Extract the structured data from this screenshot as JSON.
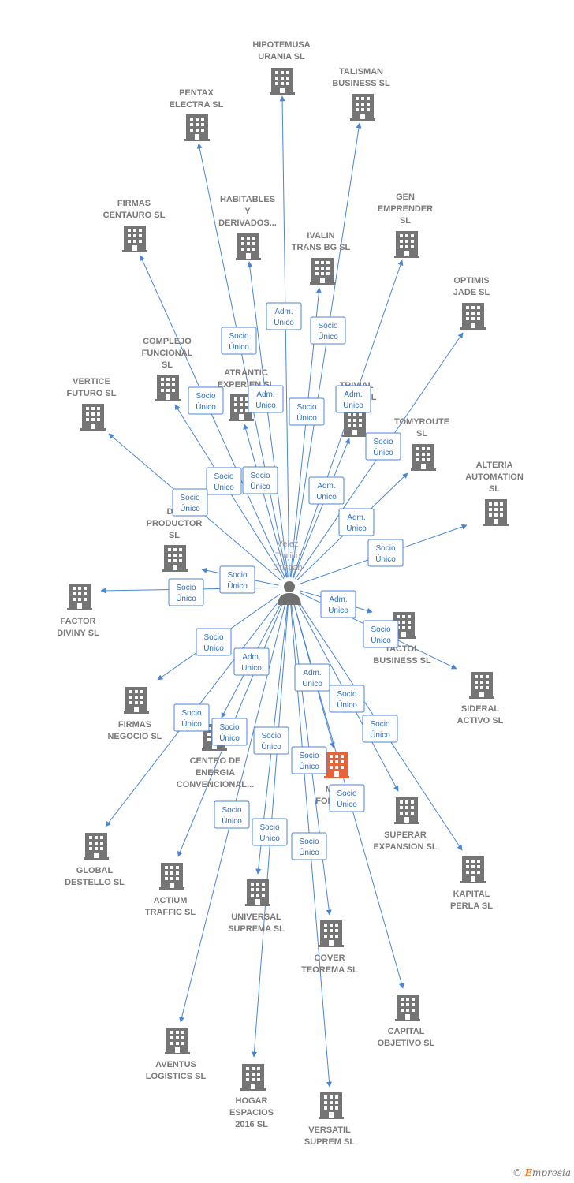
{
  "center": {
    "name_lines": [
      "Velez",
      "Trujillo",
      "Cristian"
    ],
    "icon": "person-icon"
  },
  "colors": {
    "edge": "#4a86d4",
    "node": "#757575",
    "highlight": "#e8623a",
    "tag_text": "#2f6fc1"
  },
  "nodes": [
    {
      "id": "hipotemusa",
      "lines": [
        "HIPOTEMUSA",
        "URANIA SL"
      ],
      "role": "Adm. Unico"
    },
    {
      "id": "talisman",
      "lines": [
        "TALISMAN",
        "BUSINESS SL"
      ],
      "role": "Socio Único"
    },
    {
      "id": "pentax",
      "lines": [
        "PENTAX",
        "ELECTRA SL"
      ],
      "role": "Socio Único"
    },
    {
      "id": "firmas-centauro",
      "lines": [
        "FIRMAS",
        "CENTAURO SL"
      ],
      "role": "Socio Único"
    },
    {
      "id": "habitables",
      "lines": [
        "HABITABLES",
        "Y",
        "DERIVADOS..."
      ],
      "role": "Adm. Unico"
    },
    {
      "id": "gen-emprender",
      "lines": [
        "GEN",
        "EMPRENDER",
        "SL"
      ],
      "role": "Adm. Unico"
    },
    {
      "id": "ivalin",
      "lines": [
        "IVALIN",
        "TRANS BG SL"
      ],
      "role": "Socio Único"
    },
    {
      "id": "optimis",
      "lines": [
        "OPTIMIS",
        "JADE SL"
      ],
      "role": "Socio Único"
    },
    {
      "id": "complejo",
      "lines": [
        "COMPLEJO",
        "FUNCIONAL",
        "SL"
      ],
      "role": "Socio Único"
    },
    {
      "id": "vertice",
      "lines": [
        "VERTICE",
        "FUTURO SL"
      ],
      "role": "Socio Único"
    },
    {
      "id": "atrantic",
      "lines": [
        "ATRANTIC",
        "EXPERIEN SL"
      ],
      "role": "Socio Único"
    },
    {
      "id": "trivial",
      "lines": [
        "TRIVIAL",
        "CON... SL"
      ],
      "role": "Adm. Unico"
    },
    {
      "id": "tomyroute",
      "lines": [
        "TOMYROUTE",
        "SL"
      ],
      "role": "Adm. Unico"
    },
    {
      "id": "alteria",
      "lines": [
        "ALTERIA",
        "AUTOMATION",
        "SL"
      ],
      "role": "Socio Único"
    },
    {
      "id": "din-productor",
      "lines": [
        "DIN",
        "PRODUCTOR",
        "SL"
      ],
      "role": "Socio Único"
    },
    {
      "id": "factor",
      "lines": [
        "FACTOR",
        "DIVINY SL"
      ],
      "role": "Socio Único"
    },
    {
      "id": "tactol",
      "lines": [
        "TACTOL",
        "BUSINESS SL"
      ],
      "role": "Adm. Unico"
    },
    {
      "id": "sideral",
      "lines": [
        "SIDERAL",
        "ACTIVO SL"
      ],
      "role": "Socio Único"
    },
    {
      "id": "firmas-negocio",
      "lines": [
        "FIRMAS",
        "NEGOCIO SL"
      ],
      "role": "Socio Único"
    },
    {
      "id": "centro",
      "lines": [
        "CENTRO DE",
        "ENERGIA",
        "CONVENCIONAL..."
      ],
      "role": "Adm. Unico"
    },
    {
      "id": "mer-form",
      "lines": [
        "MER",
        "FORM SL"
      ],
      "role": "Adm. Unico",
      "highlight": true
    },
    {
      "id": "global",
      "lines": [
        "GLOBAL",
        "DESTELLO SL"
      ],
      "role": "Socio Único"
    },
    {
      "id": "actium",
      "lines": [
        "ACTIUM",
        "TRAFFIC SL"
      ],
      "role": "Socio Único"
    },
    {
      "id": "universal",
      "lines": [
        "UNIVERSAL",
        "SUPREMA SL"
      ],
      "role": "Socio Único"
    },
    {
      "id": "superar",
      "lines": [
        "SUPERAR",
        "EXPANSION SL"
      ],
      "role": "Socio Único"
    },
    {
      "id": "kapital",
      "lines": [
        "KAPITAL",
        "PERLA SL"
      ],
      "role": "Socio Único"
    },
    {
      "id": "cover",
      "lines": [
        "COVER",
        "TEOREMA SL"
      ],
      "role": "Socio Único"
    },
    {
      "id": "capital",
      "lines": [
        "CAPITAL",
        "OBJETIVO SL"
      ],
      "role": "Socio Único"
    },
    {
      "id": "aventus",
      "lines": [
        "AVENTUS",
        "LOGISTICS SL"
      ],
      "role": "Socio Único"
    },
    {
      "id": "hogar",
      "lines": [
        "HOGAR",
        "ESPACIOS",
        "2016 SL"
      ],
      "role": "Socio Único"
    },
    {
      "id": "versatil",
      "lines": [
        "VERSATIL",
        "SUPREM SL"
      ],
      "role": "Socio Único"
    }
  ],
  "footer": {
    "copyright": "©",
    "brand_initial": "E",
    "brand_rest": "mpresia"
  }
}
